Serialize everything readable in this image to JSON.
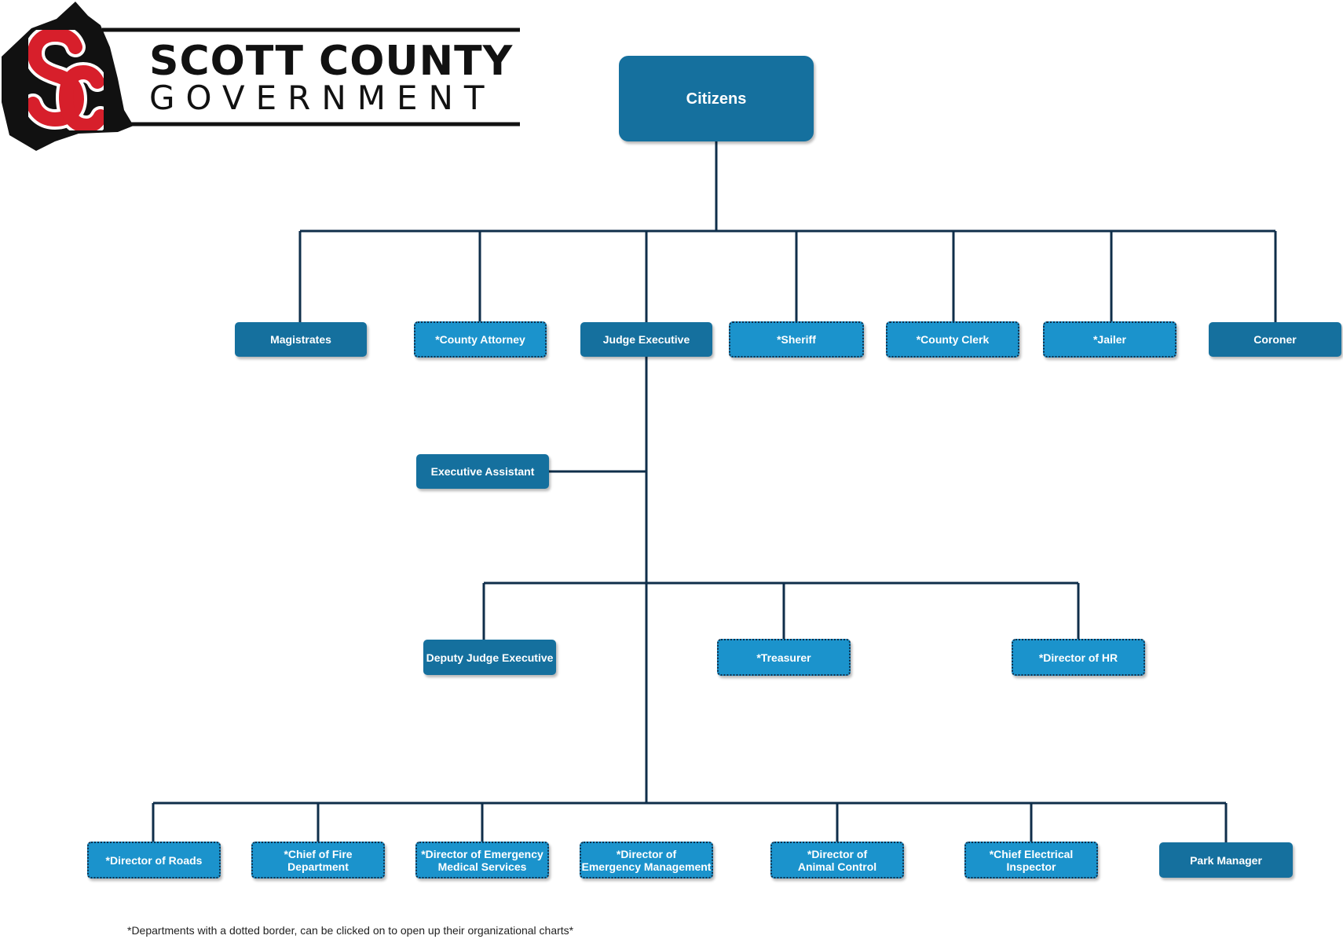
{
  "logo": {
    "monogram": "SC",
    "line1": "SCOTT COUNTY",
    "line2": "GOVERNMENT"
  },
  "colors": {
    "solid_box": "#15709e",
    "dotted_box": "#1b93cc",
    "connector": "#0f2e4a",
    "logo_red": "#d71f2b"
  },
  "nodes": {
    "citizens": "Citizens",
    "magistrates": "Magistrates",
    "county_attorney": "*County Attorney",
    "judge_executive": "Judge Executive",
    "sheriff": "*Sheriff",
    "county_clerk": "*County Clerk",
    "jailer": "*Jailer",
    "coroner": "Coroner",
    "executive_assistant": "Executive Assistant",
    "deputy_judge_executive": "Deputy Judge Executive",
    "treasurer": "*Treasurer",
    "director_hr": "*Director of HR",
    "director_roads": "*Director of Roads",
    "chief_fire_1": "*Chief of Fire",
    "chief_fire_2": "Department",
    "director_ems_1": "*Director of Emergency",
    "director_ems_2": "Medical Services",
    "director_em_1": "*Director of",
    "director_em_2": "Emergency Management",
    "director_animal_1": "*Director of",
    "director_animal_2": "Animal Control",
    "chief_electrical_1": "*Chief Electrical",
    "chief_electrical_2": "Inspector",
    "park_manager": "Park Manager"
  },
  "footnote": "*Departments with a dotted border, can be clicked on to open up their organizational charts*"
}
